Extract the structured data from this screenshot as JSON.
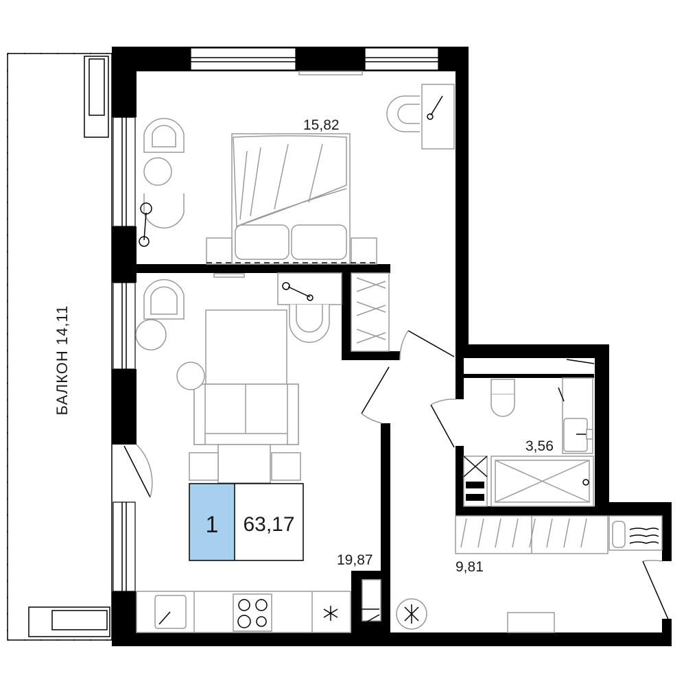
{
  "plan": {
    "balcony": {
      "label": "БАЛКОН 14,11"
    },
    "rooms": [
      {
        "id": "bedroom",
        "area": "15,82"
      },
      {
        "id": "living-kitchen",
        "area": "19,87"
      },
      {
        "id": "bathroom",
        "area": "3,56"
      },
      {
        "id": "hallway",
        "area": "9,81"
      }
    ],
    "apartment": {
      "rooms_count": "1",
      "total_area": "63,17",
      "accent_color": "#a7d0ef"
    }
  }
}
